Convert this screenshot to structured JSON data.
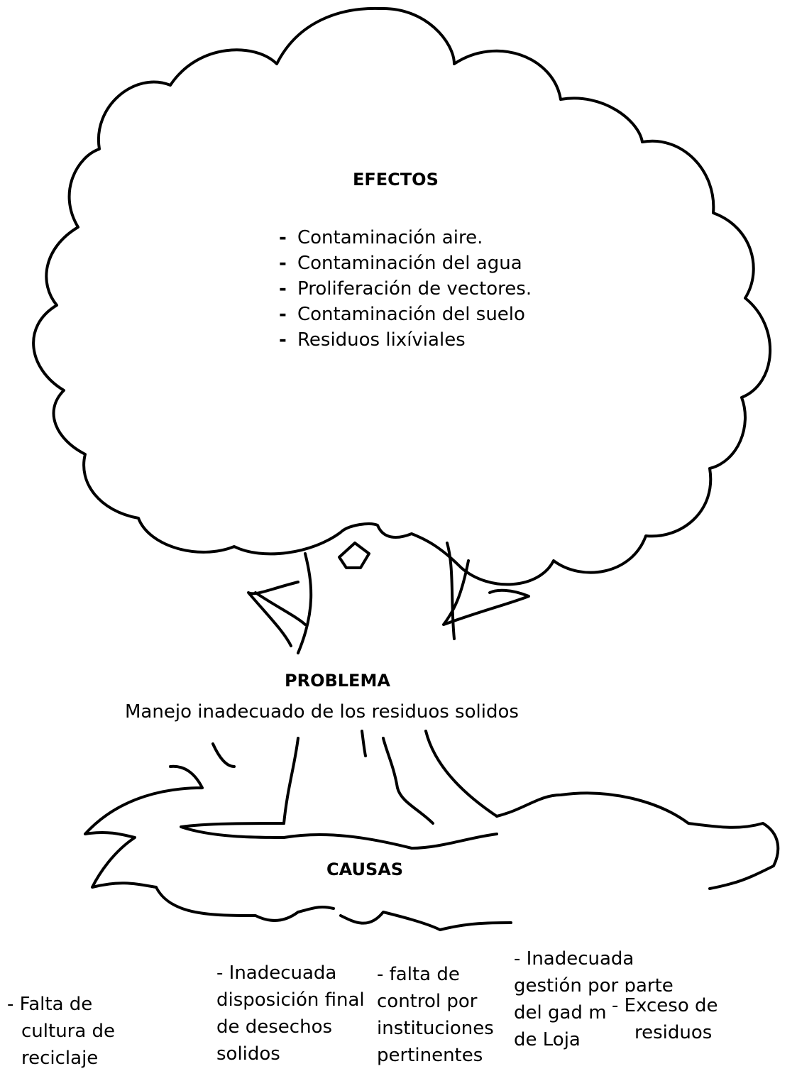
{
  "effects": {
    "heading": "EFECTOS",
    "items": [
      "Contaminación aire.",
      "Contaminación del agua",
      "Proliferación de vectores.",
      "Contaminación del suelo",
      "Residuos lixíviales"
    ]
  },
  "problem": {
    "heading": "PROBLEMA",
    "text": "Manejo inadecuado de los residuos solidos"
  },
  "causes": {
    "heading": "CAUSAS",
    "items": [
      {
        "lines": [
          "- Falta de",
          "cultura de",
          "reciclaje"
        ]
      },
      {
        "lines": [
          "- Inadecuada",
          "disposición final",
          "de desechos",
          "solidos"
        ]
      },
      {
        "lines": [
          "- falta de",
          "control por",
          "instituciones",
          "pertinentes"
        ]
      },
      {
        "lines": [
          "- Inadecuada",
          "gestión por parte",
          "del gad m",
          "de Loja"
        ]
      },
      {
        "lines": [
          "- Exceso de",
          "residuos"
        ]
      }
    ]
  }
}
